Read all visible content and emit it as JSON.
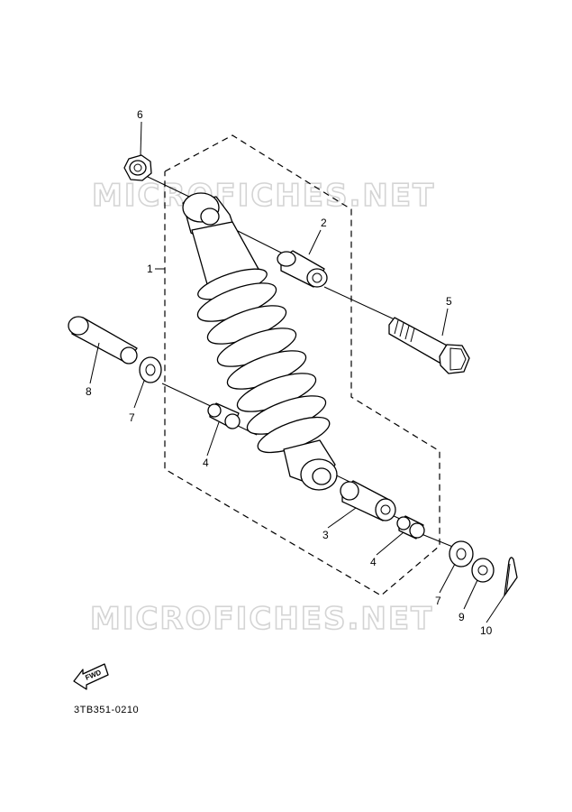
{
  "watermark": {
    "top": "MICROFICHES.NET",
    "bottom": "MICROFICHES.NET"
  },
  "callouts": {
    "c1": "1",
    "c2": "2",
    "c3": "3",
    "c4a": "4",
    "c4b": "4",
    "c5": "5",
    "c6": "6",
    "c7a": "7",
    "c7b": "7",
    "c8": "8",
    "c9": "9",
    "c10": "10"
  },
  "direction_label": "FWD",
  "diagram_code": "3TB351-0210"
}
